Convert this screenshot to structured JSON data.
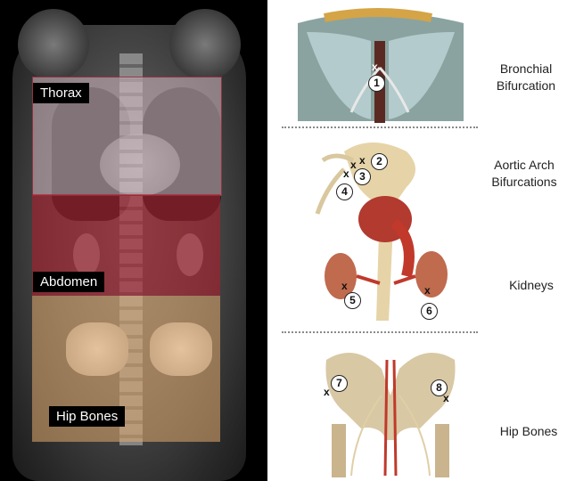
{
  "regions": {
    "thorax": "Thorax",
    "abdomen": "Abdomen",
    "hip_bones": "Hip Bones"
  },
  "landmarks": [
    {
      "label": "Bronchial\nBifurcation"
    },
    {
      "label": "Aortic Arch\nBifurcations"
    },
    {
      "label": "Kidneys"
    },
    {
      "label": "Hip Bones"
    }
  ],
  "markers": [
    "1",
    "2",
    "3",
    "4",
    "5",
    "6",
    "7",
    "8"
  ],
  "x_symbol": "x",
  "colors": {
    "thorax_overlay": "#d6bcc4",
    "abdomen_overlay": "#aa1e2d",
    "hip_overlay": "#e2aa6e",
    "bone": "#e8dcc4",
    "vessel": "#c0392b"
  }
}
